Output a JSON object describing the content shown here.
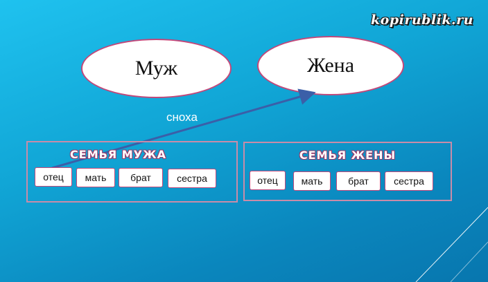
{
  "watermark": "kopirublik.ru",
  "husband": "Муж",
  "wife": "Жена",
  "relation_label": "сноха",
  "families": [
    {
      "title": "СЕМЬЯ МУЖА",
      "members": [
        "отец",
        "мать",
        "брат",
        "сестра"
      ]
    },
    {
      "title": "СЕМЬЯ ЖЕНЫ",
      "members": [
        "отец",
        "мать",
        "брат",
        "сестра"
      ]
    }
  ],
  "colors": {
    "outline": "#c2487a",
    "box_border": "#c98ca8",
    "arrow": "#3b5fa8",
    "background": "#11a6d6"
  }
}
